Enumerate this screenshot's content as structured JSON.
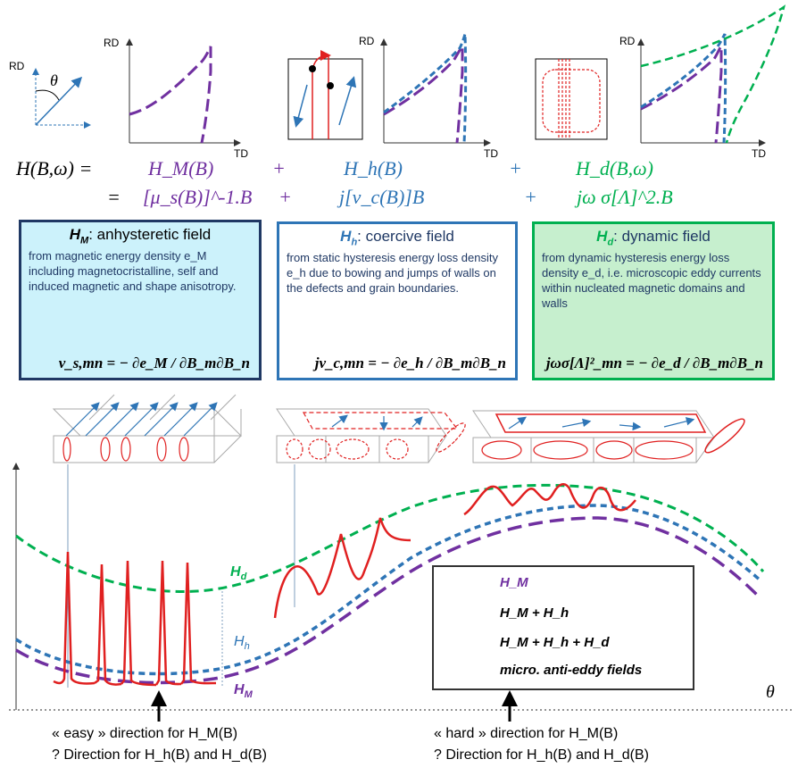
{
  "axes": {
    "rd": "RD",
    "td": "TD",
    "theta": "θ"
  },
  "equation": {
    "lhs": "H(B,ω) =",
    "eq2": "=",
    "plus": "+",
    "hm": "H_M(B)",
    "hh": "H_h(B)",
    "hd": "H_d(B,ω)",
    "hm_expr": "[μ_s(B)]^-1.B",
    "hh_expr": "j[ν_c(B)]B",
    "hd_expr": "jω σ[Λ]^2.B"
  },
  "boxes": {
    "anhysteretic": {
      "title_sym": "H",
      "title_sub": "M",
      "title_rest": ": anhysteretic field",
      "text": "from magnetic energy density e_M including magnetocristalline, self and induced magnetic and shape anisotropy.",
      "formula": "ν_s,mn = − ∂e_M / ∂B_m∂B_n"
    },
    "coercive": {
      "title_sym": "H",
      "title_sub": "h",
      "title_rest": ": coercive field",
      "text": "from static hysteresis energy loss density e_h due to bowing and jumps of walls on the defects and grain boundaries.",
      "formula": "jν_c,mn = − ∂e_h / ∂B_m∂B_n"
    },
    "dynamic": {
      "title_sym": "H",
      "title_sub": "d",
      "title_rest": ": dynamic field",
      "text": "from dynamic hysteresis energy loss density e_d, i.e. microscopic eddy currents within nucleated magnetic domains and walls",
      "formula": "jωσ[Λ]²_mn = − ∂e_d / ∂B_m∂B_n"
    }
  },
  "curve_labels": {
    "hd": "H",
    "hd_sub": "d",
    "hh": "H",
    "hh_sub": "h",
    "hm": "H",
    "hm_sub": "M"
  },
  "legend": {
    "hm": "H_M",
    "hm_hh": "H_M + H_h",
    "hm_hh_hd": "H_M + H_h + H_d",
    "micro": "micro. anti-eddy fields"
  },
  "bottom": {
    "easy_line1": "« easy » direction for H_M(B)",
    "easy_line2": "? Direction for H_h(B) and H_d(B)",
    "hard_line1": "« hard » direction for H_M(B)",
    "hard_line2": "? Direction for H_h(B) and H_d(B)"
  },
  "colors": {
    "purple": "#7030a0",
    "blue": "#2e75b6",
    "green": "#00b050",
    "red": "#e02020",
    "navy": "#1f3864"
  }
}
